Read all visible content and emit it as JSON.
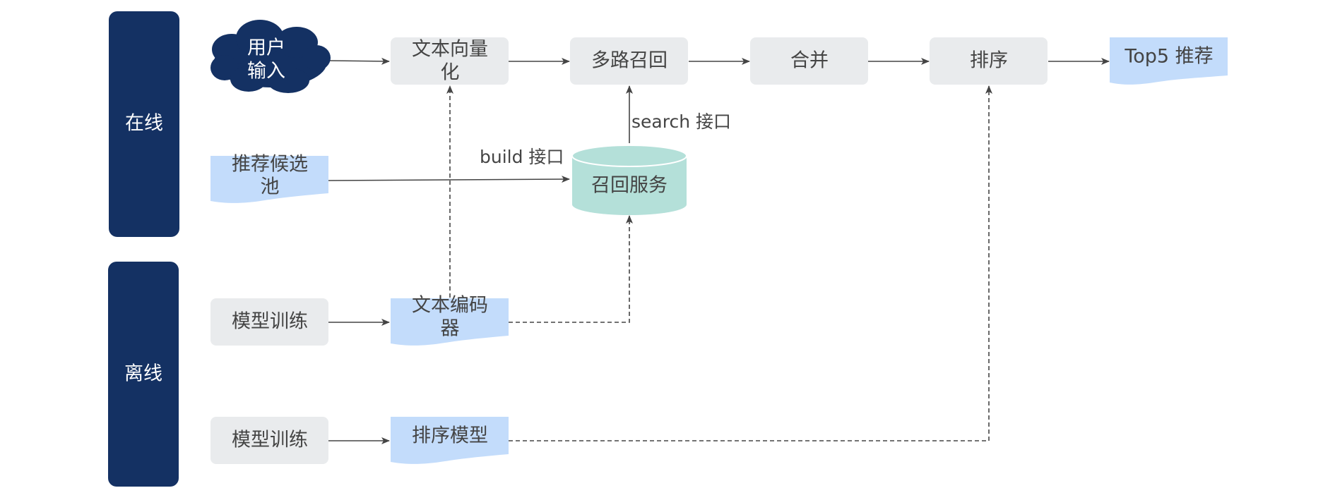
{
  "colors": {
    "lane": "#143163",
    "process": "#e9ebed",
    "document": "#c3dcfb",
    "database": "#b4e0d9",
    "cloud": "#143163",
    "edge": "#444444",
    "text": "#444444"
  },
  "lanes": {
    "online": "在线",
    "offline": "离线"
  },
  "nodes": {
    "user_input": [
      "用户",
      "输入"
    ],
    "text_vectorize": [
      "文本向量",
      "化"
    ],
    "multi_recall": [
      "多路召回"
    ],
    "merge": [
      "合并"
    ],
    "rank": [
      "排序"
    ],
    "top5": [
      "Top5 推荐"
    ],
    "candidate_pool": [
      "推荐候选",
      "池"
    ],
    "recall_service": [
      "召回服务"
    ],
    "model_train_1": [
      "模型训练"
    ],
    "text_encoder": [
      "文本编码",
      "器"
    ],
    "model_train_2": [
      "模型训练"
    ],
    "rank_model": [
      "排序模型"
    ]
  },
  "edge_labels": {
    "search": "search 接口",
    "build": "build 接口"
  }
}
